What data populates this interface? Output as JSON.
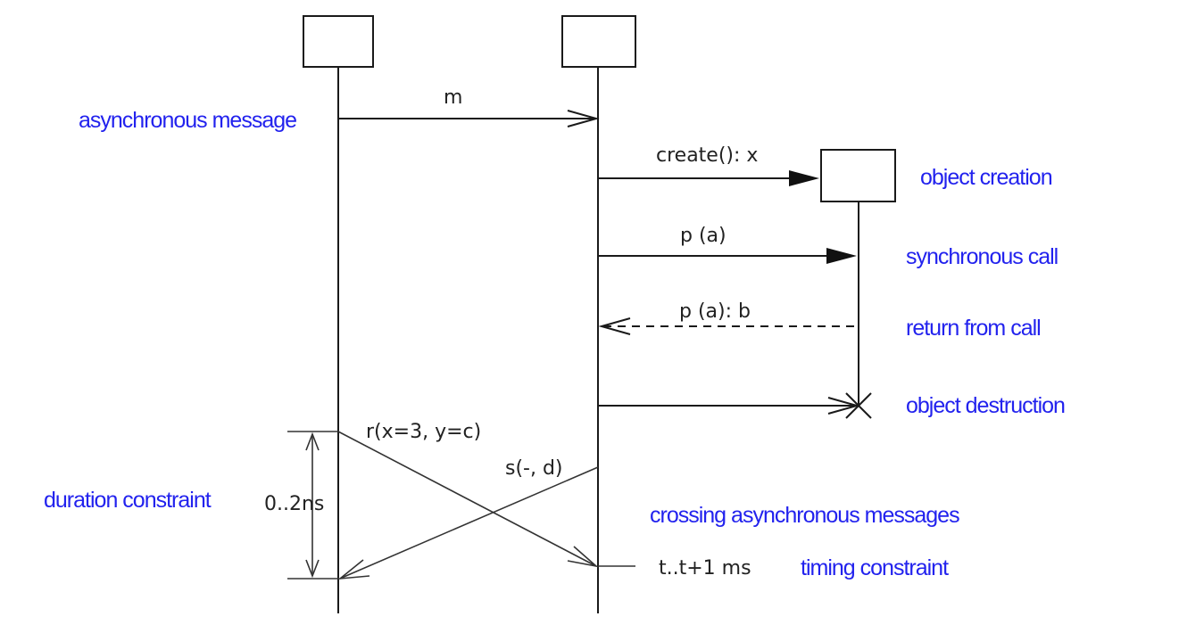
{
  "colors": {
    "note": "#2222ee",
    "line": "#1a1a1a",
    "text": "#222222"
  },
  "messages": {
    "m": "m",
    "create": "create(): x",
    "p_call": "p (a)",
    "p_return": "p (a): b",
    "r": "r(x=3, y=c)",
    "s": "s(-, d)",
    "duration": "0..2ns",
    "timing": "t..t+1 ms"
  },
  "notes": {
    "async": "asynchronous message",
    "creation": "object creation",
    "sync": "synchronous call",
    "return": "return from call",
    "destruction": "object destruction",
    "duration": "duration constraint",
    "crossing": "crossing asynchronous messages",
    "timing": "timing constraint"
  }
}
